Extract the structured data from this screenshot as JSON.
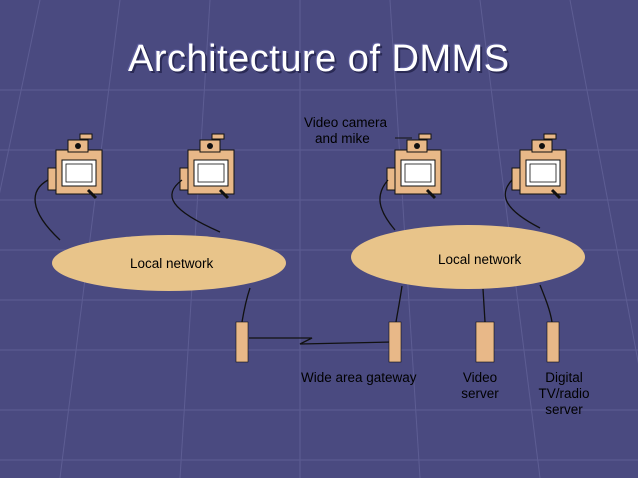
{
  "slide": {
    "title": "Architecture of DMMS"
  },
  "labels": {
    "camera_note_line1": "Video camera",
    "camera_note_line2": "and mike",
    "local_network_left": "Local network",
    "local_network_right": "Local network",
    "wide_area_gateway": "Wide area gateway",
    "video_server_line1": "Video",
    "video_server_line2": "server",
    "digital_line1": "Digital",
    "digital_line2": "TV/radio",
    "digital_line3": "server"
  },
  "colors": {
    "background": "#4a4a80",
    "grid": "#6a6aa0",
    "network_fill": "#e8c48a",
    "device_fill": "#e8b888",
    "line": "#111111"
  },
  "icons": [
    "camera-icon"
  ]
}
